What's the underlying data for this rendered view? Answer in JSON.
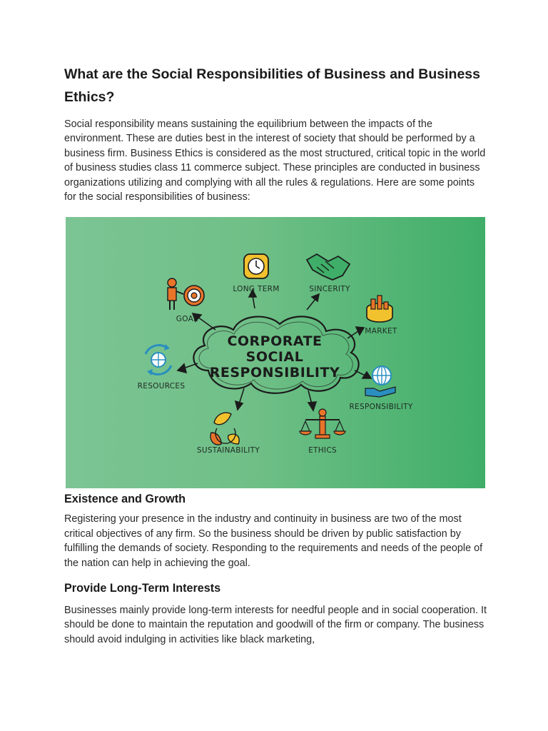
{
  "heading": "What are the Social Responsibilities of Business and Business Ethics?",
  "intro": "Social responsibility means sustaining the equilibrium between the impacts of the environment. These are duties best in the interest of society that should be performed by a business firm. Business Ethics is considered as the most structured, critical topic in the world of business studies class 11 commerce subject. These principles are conducted in business organizations utilizing and complying with all the rules & regulations. Here are some points for the social responsibilities of business:",
  "diagram": {
    "center_lines": [
      "CORPORATE",
      "SOCIAL",
      "RESPONSIBILITY"
    ],
    "labels": {
      "long_term": "LONG TERM",
      "sincerity": "SINCERITY",
      "goal": "GOAL",
      "market": "MARKET",
      "resources": "RESOURCES",
      "responsibility": "RESPONSIBILITY",
      "sustainability": "SUSTAINABILITY",
      "ethics": "ETHICS"
    },
    "icons": [
      "clock-icon",
      "handshake-icon",
      "target-icon",
      "chart-icon",
      "recycle-globe-icon",
      "globe-hand-icon",
      "leaves-icon",
      "scales-icon"
    ],
    "colors": {
      "background": "#6fbf87",
      "accent_yellow": "#f2c12e",
      "accent_orange": "#e8742a",
      "accent_teal": "#2a8fbf"
    }
  },
  "sections": [
    {
      "title": "Existence and Growth",
      "body": "Registering your presence in the industry and continuity in business are two of the most critical objectives of any firm. So the business should be driven by public satisfaction by fulfilling the demands of society. Responding to the requirements and needs of the people of the nation can help in achieving the goal."
    },
    {
      "title": "Provide Long-Term Interests",
      "body": "Businesses mainly provide long-term interests for needful people and in social cooperation. It should be done to maintain the reputation and goodwill of the firm or company. The business should avoid indulging in activities like black marketing,"
    }
  ]
}
